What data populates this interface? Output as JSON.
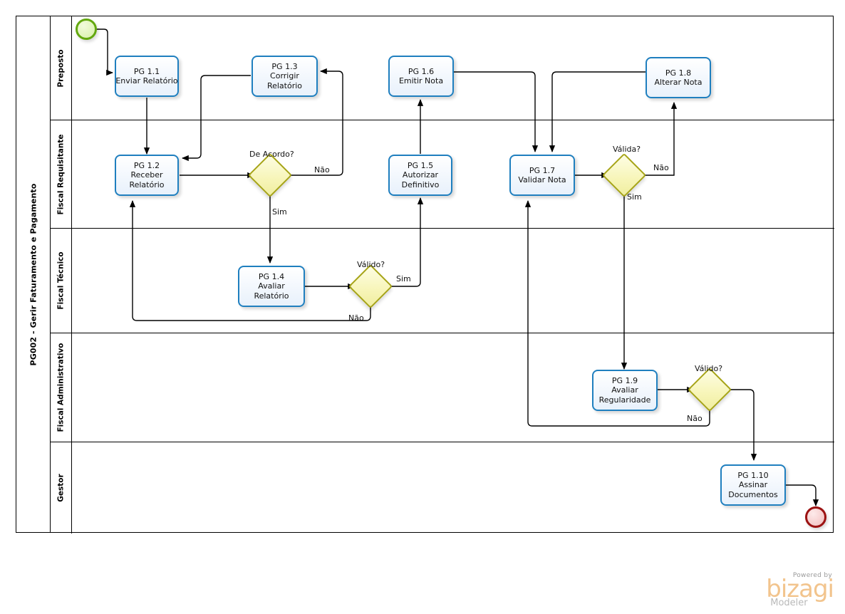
{
  "diagram": {
    "type": "bpmn-process",
    "pool_title": "PG002 - Gerir Faturamento e Pagamento",
    "lanes": [
      {
        "id": "preposto",
        "label": "Preposto"
      },
      {
        "id": "fiscal-requisitante",
        "label": "Fiscal Requisitante"
      },
      {
        "id": "fiscal-tecnico",
        "label": "Fiscal Técnico"
      },
      {
        "id": "fiscal-administrativo",
        "label": "Fiscal Administrativo"
      },
      {
        "id": "gestor",
        "label": "Gestor"
      }
    ],
    "tasks": [
      {
        "id": "pg1-1",
        "code": "PG 1.1",
        "lines": [
          "PG 1.1",
          "Enviar Relatório"
        ],
        "lane": "preposto"
      },
      {
        "id": "pg1-2",
        "code": "PG 1.2",
        "lines": [
          "PG 1.2",
          "Receber",
          "Relatório"
        ],
        "lane": "fiscal-requisitante"
      },
      {
        "id": "pg1-3",
        "code": "PG 1.3",
        "lines": [
          "PG 1.3",
          "Corrigir",
          "Relatório"
        ],
        "lane": "preposto"
      },
      {
        "id": "pg1-4",
        "code": "PG 1.4",
        "lines": [
          "PG 1.4",
          "Avaliar",
          "Relatório"
        ],
        "lane": "fiscal-tecnico"
      },
      {
        "id": "pg1-5",
        "code": "PG 1.5",
        "lines": [
          "PG 1.5",
          "Autorizar",
          "Definitivo"
        ],
        "lane": "fiscal-requisitante"
      },
      {
        "id": "pg1-6",
        "code": "PG 1.6",
        "lines": [
          "PG 1.6",
          "Emitir Nota"
        ],
        "lane": "preposto"
      },
      {
        "id": "pg1-7",
        "code": "PG 1.7",
        "lines": [
          "PG 1.7",
          "Validar Nota"
        ],
        "lane": "fiscal-requisitante"
      },
      {
        "id": "pg1-8",
        "code": "PG 1.8",
        "lines": [
          "PG 1.8",
          "Alterar Nota"
        ],
        "lane": "preposto"
      },
      {
        "id": "pg1-9",
        "code": "PG 1.9",
        "lines": [
          "PG 1.9",
          "Avaliar",
          "Regularidade"
        ],
        "lane": "fiscal-administrativo"
      },
      {
        "id": "pg1-10",
        "code": "PG 1.10",
        "lines": [
          "PG 1.10",
          "Assinar",
          "Documentos"
        ],
        "lane": "gestor"
      }
    ],
    "gateways": [
      {
        "id": "gw-de-acordo",
        "label": "De Acordo?",
        "lane": "fiscal-requisitante"
      },
      {
        "id": "gw-valido-rel",
        "label": "Válido?",
        "lane": "fiscal-tecnico"
      },
      {
        "id": "gw-valida-nota",
        "label": "Válida?",
        "lane": "fiscal-requisitante"
      },
      {
        "id": "gw-valido-reg",
        "label": "Válido?",
        "lane": "fiscal-administrativo"
      }
    ],
    "flow_labels": [
      {
        "id": "lbl-de-acordo-nao",
        "text": "Não"
      },
      {
        "id": "lbl-de-acordo-sim",
        "text": "Sim"
      },
      {
        "id": "lbl-valido-rel-sim",
        "text": "Sim"
      },
      {
        "id": "lbl-valido-rel-nao",
        "text": "Não"
      },
      {
        "id": "lbl-valida-nota-nao",
        "text": "Não"
      },
      {
        "id": "lbl-valida-nota-sim",
        "text": "Sim"
      },
      {
        "id": "lbl-valido-reg-nao",
        "text": "Não"
      }
    ],
    "events": [
      {
        "id": "start-event",
        "kind": "start",
        "color": "#63a80f"
      },
      {
        "id": "end-event",
        "kind": "end",
        "color": "#9c1212"
      }
    ],
    "colors": {
      "task_border": "#1f7fbf",
      "gateway_border": "#a6a416",
      "gateway_fill": "#f7f5b8",
      "start_border": "#63a80f",
      "end_border": "#9c1212",
      "connector": "#000000",
      "brand": "#f2c48d"
    }
  },
  "branding": {
    "powered_by": "Powered by",
    "product": "bizagi",
    "edition": "Modeler"
  }
}
